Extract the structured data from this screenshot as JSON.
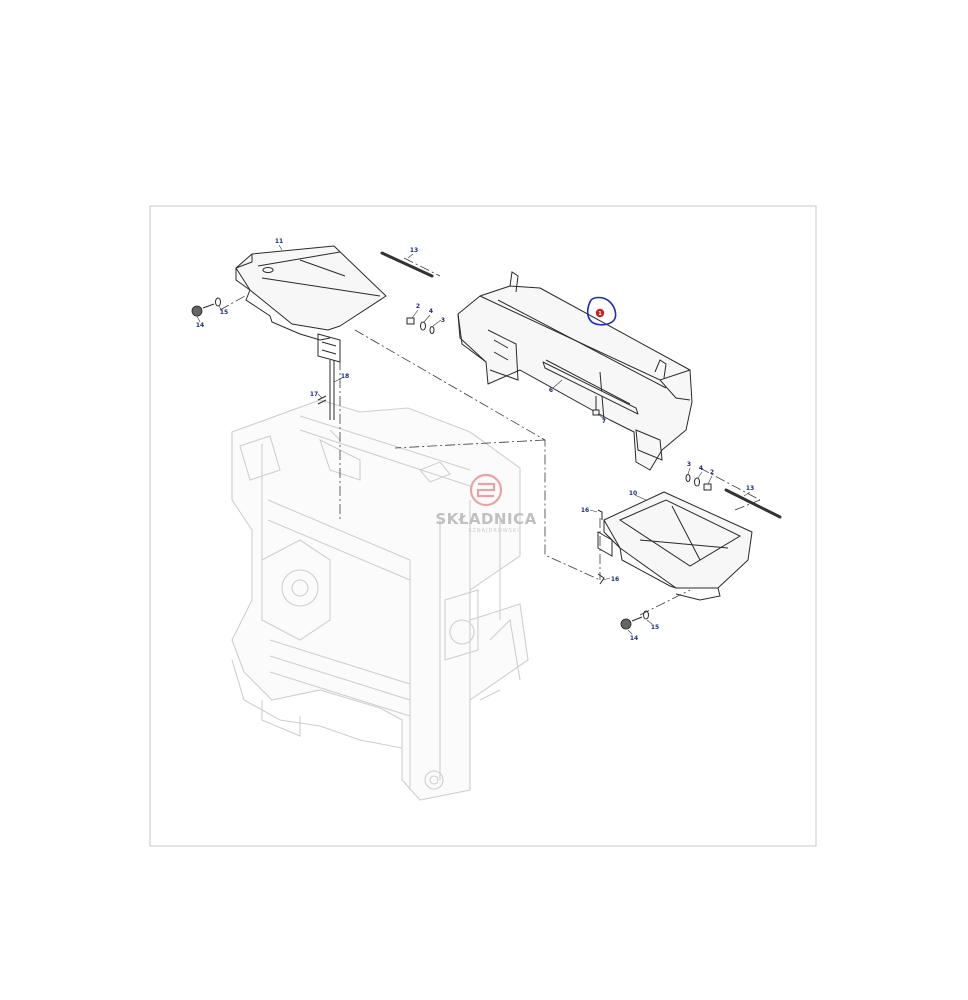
{
  "diagram": {
    "callouts": [
      {
        "key": "c11",
        "label": "11"
      },
      {
        "key": "c13a",
        "label": "13"
      },
      {
        "key": "c13b",
        "label": "13"
      },
      {
        "key": "c14a",
        "label": "14"
      },
      {
        "key": "c15a",
        "label": "15"
      },
      {
        "key": "c14b",
        "label": "14"
      },
      {
        "key": "c15b",
        "label": "15"
      },
      {
        "key": "c2a",
        "label": "2"
      },
      {
        "key": "c4a",
        "label": "4"
      },
      {
        "key": "c3a",
        "label": "3"
      },
      {
        "key": "c2b",
        "label": "2"
      },
      {
        "key": "c4b",
        "label": "4"
      },
      {
        "key": "c3b",
        "label": "3"
      },
      {
        "key": "c6",
        "label": "6"
      },
      {
        "key": "c7",
        "label": "7"
      },
      {
        "key": "c10",
        "label": "10"
      },
      {
        "key": "c16a",
        "label": "16"
      },
      {
        "key": "c16b",
        "label": "16"
      },
      {
        "key": "c17",
        "label": "17"
      },
      {
        "key": "c18",
        "label": "18"
      }
    ],
    "highlight_marker": {
      "label": "1",
      "ring_color": "#1f2fa8",
      "dot_color": "#cc1f1f"
    },
    "watermark": {
      "brand": "SKŁADNICA",
      "sub": "SZNAJDROWSKI",
      "color": "#bdbdbd"
    },
    "callout_color": "#1c2e78"
  }
}
